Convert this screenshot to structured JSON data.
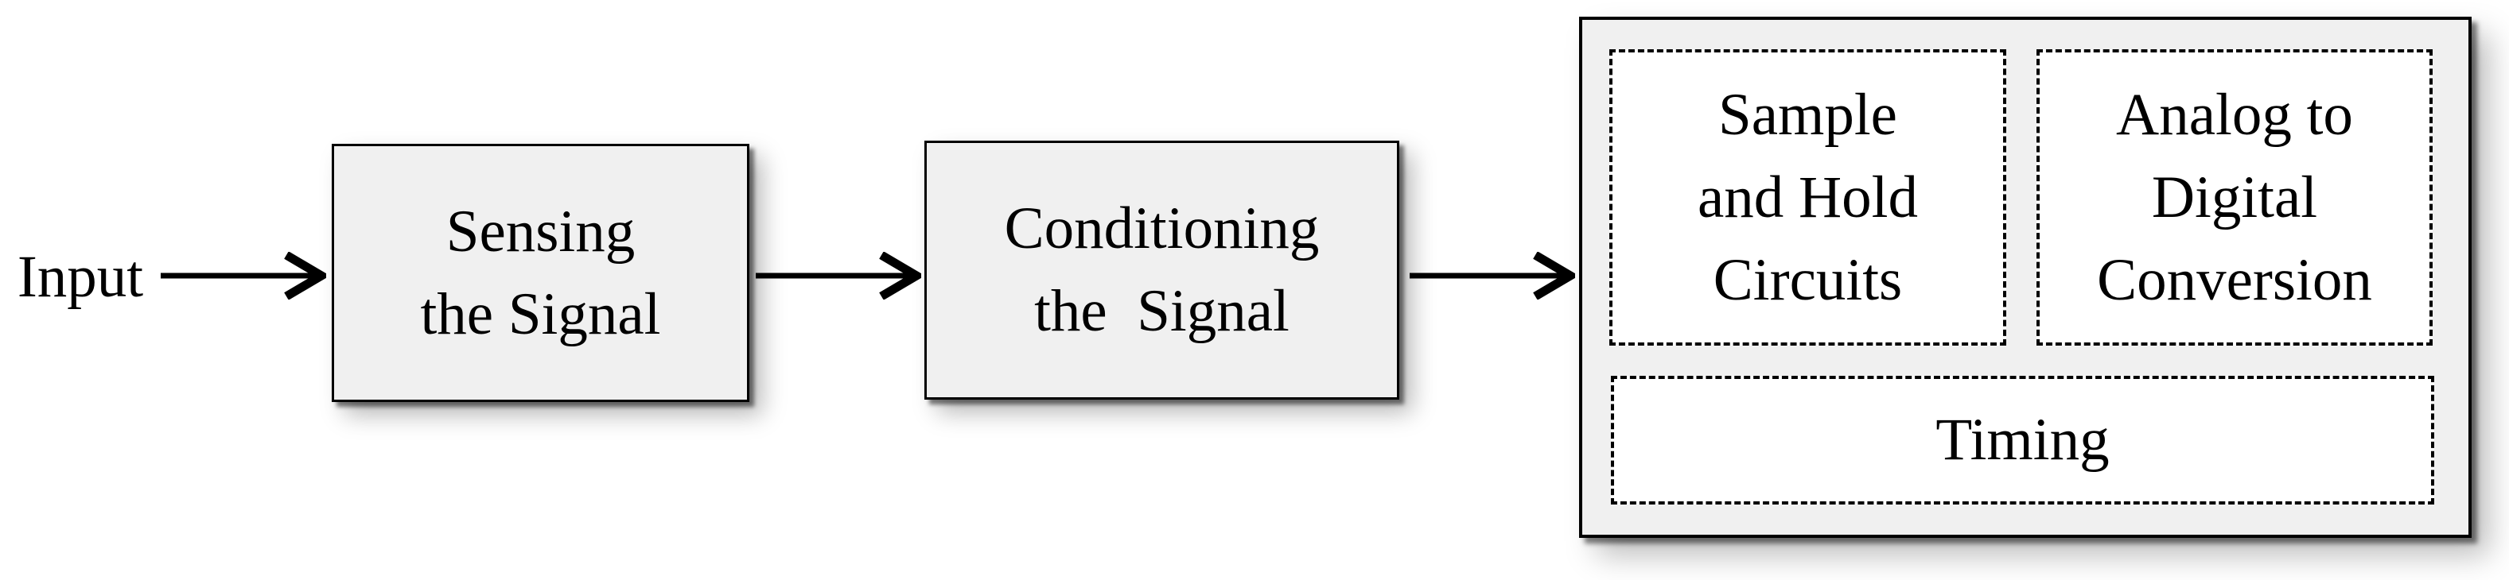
{
  "diagram": {
    "title_hint": "signal acquisition block diagram",
    "colors": {
      "background": "#ffffff",
      "solid_box_fill": "#f0f0f0",
      "dashed_box_fill": "#ffffff",
      "line_and_text": "#000000"
    },
    "input_label": "Input",
    "stages": {
      "sensing": {
        "label": "Sensing\nthe Signal"
      },
      "conditioning": {
        "label": "Conditioning\nthe  Signal"
      },
      "sample_hold": {
        "label": "Sample\nand Hold\nCircuits"
      },
      "adc": {
        "label": "Analog to\nDigital\nConversion"
      },
      "timing": {
        "label": "Timing"
      }
    }
  }
}
